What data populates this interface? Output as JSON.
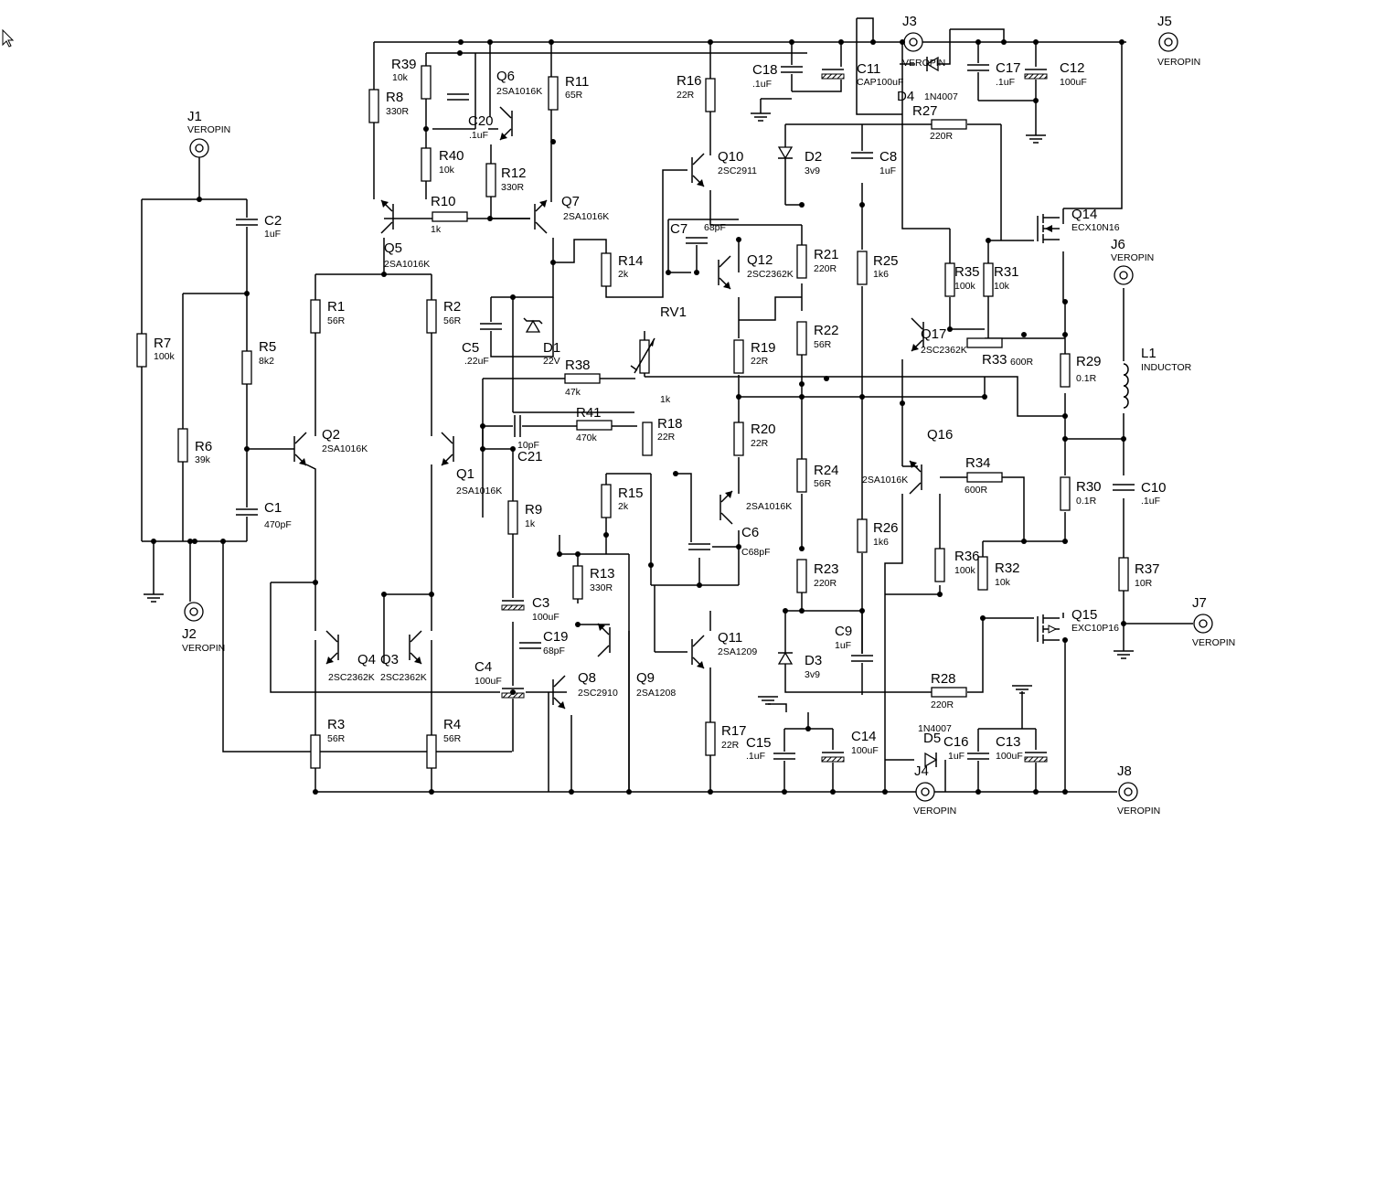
{
  "components": {
    "J1": {
      "ref": "J1",
      "value": "VEROPIN"
    },
    "J2": {
      "ref": "J2",
      "value": "VEROPIN"
    },
    "J3": {
      "ref": "J3",
      "value": "VEROPIN"
    },
    "J4": {
      "ref": "J4",
      "value": "VEROPIN"
    },
    "J5": {
      "ref": "J5",
      "value": "VEROPIN"
    },
    "J6": {
      "ref": "J6",
      "value": "VEROPIN"
    },
    "J7": {
      "ref": "J7",
      "value": "VEROPIN"
    },
    "J8": {
      "ref": "J8",
      "value": "VEROPIN"
    },
    "R1": {
      "ref": "R1",
      "value": "56R"
    },
    "R2": {
      "ref": "R2",
      "value": "56R"
    },
    "R3": {
      "ref": "R3",
      "value": "56R"
    },
    "R4": {
      "ref": "R4",
      "value": "56R"
    },
    "R5": {
      "ref": "R5",
      "value": "8k2"
    },
    "R6": {
      "ref": "R6",
      "value": "39k"
    },
    "R7": {
      "ref": "R7",
      "value": "100k"
    },
    "R8": {
      "ref": "R8",
      "value": "330R"
    },
    "R9": {
      "ref": "R9",
      "value": "1k"
    },
    "R10": {
      "ref": "R10",
      "value": "1k"
    },
    "R11": {
      "ref": "R11",
      "value": "65R"
    },
    "R12": {
      "ref": "R12",
      "value": "330R"
    },
    "R13": {
      "ref": "R13",
      "value": "330R"
    },
    "R14": {
      "ref": "R14",
      "value": "2k"
    },
    "R15": {
      "ref": "R15",
      "value": "2k"
    },
    "R16": {
      "ref": "R16",
      "value": "22R"
    },
    "R17": {
      "ref": "R17",
      "value": "22R"
    },
    "R18": {
      "ref": "R18",
      "value": "22R"
    },
    "R19": {
      "ref": "R19",
      "value": "22R"
    },
    "R20": {
      "ref": "R20",
      "value": "22R"
    },
    "R21": {
      "ref": "R21",
      "value": "220R"
    },
    "R22": {
      "ref": "R22",
      "value": "56R"
    },
    "R23": {
      "ref": "R23",
      "value": "220R"
    },
    "R24": {
      "ref": "R24",
      "value": "56R"
    },
    "R25": {
      "ref": "R25",
      "value": "1k6"
    },
    "R26": {
      "ref": "R26",
      "value": "1k6"
    },
    "R27": {
      "ref": "R27",
      "value": "220R"
    },
    "R28": {
      "ref": "R28",
      "value": "220R"
    },
    "R29": {
      "ref": "R29",
      "value": "0.1R"
    },
    "R30": {
      "ref": "R30",
      "value": "0.1R"
    },
    "R31": {
      "ref": "R31",
      "value": "10k"
    },
    "R32": {
      "ref": "R32",
      "value": "10k"
    },
    "R33": {
      "ref": "R33",
      "value": "600R"
    },
    "R34": {
      "ref": "R34",
      "value": "600R"
    },
    "R35": {
      "ref": "R35",
      "value": "100k"
    },
    "R36": {
      "ref": "R36",
      "value": "100k"
    },
    "R37": {
      "ref": "R37",
      "value": "10R"
    },
    "R38": {
      "ref": "R38",
      "value": "47k"
    },
    "R39": {
      "ref": "R39",
      "value": "10k"
    },
    "R40": {
      "ref": "R40",
      "value": "10k"
    },
    "R41": {
      "ref": "R41",
      "value": "470k"
    },
    "RV1": {
      "ref": "RV1",
      "value": "1k"
    },
    "C1": {
      "ref": "C1",
      "value": "470pF"
    },
    "C2": {
      "ref": "C2",
      "value": "1uF"
    },
    "C3": {
      "ref": "C3",
      "value": "100uF"
    },
    "C4": {
      "ref": "C4",
      "value": "100uF"
    },
    "C5": {
      "ref": "C5",
      "value": ".22uF"
    },
    "C6": {
      "ref": "C6",
      "value": "C68pF"
    },
    "C7": {
      "ref": "C7",
      "value": "68pF"
    },
    "C8": {
      "ref": "C8",
      "value": "1uF"
    },
    "C9": {
      "ref": "C9",
      "value": "1uF"
    },
    "C10": {
      "ref": "C10",
      "value": ".1uF"
    },
    "C11": {
      "ref": "C11",
      "value": "CAP100uF"
    },
    "C12": {
      "ref": "C12",
      "value": "100uF"
    },
    "C13": {
      "ref": "C13",
      "value": "100uF"
    },
    "C14": {
      "ref": "C14",
      "value": "100uF"
    },
    "C15": {
      "ref": "C15",
      "value": ".1uF"
    },
    "C16": {
      "ref": "C16",
      "value": "1uF"
    },
    "C17": {
      "ref": "C17",
      "value": ".1uF"
    },
    "C18": {
      "ref": "C18",
      "value": ".1uF"
    },
    "C19": {
      "ref": "C19",
      "value": "68pF"
    },
    "C20": {
      "ref": "C20",
      "value": ".1uF"
    },
    "C21": {
      "ref": "C21",
      "value": "10pF"
    },
    "D1": {
      "ref": "D1",
      "value": "22V"
    },
    "D2": {
      "ref": "D2",
      "value": "3v9"
    },
    "D3": {
      "ref": "D3",
      "value": "3v9"
    },
    "D4": {
      "ref": "D4",
      "value": "1N4007"
    },
    "D5": {
      "ref": "D5",
      "value": "1N4007"
    },
    "L1": {
      "ref": "L1",
      "value": "INDUCTOR"
    },
    "Q1": {
      "ref": "Q1",
      "value": "2SA1016K"
    },
    "Q2": {
      "ref": "Q2",
      "value": "2SA1016K"
    },
    "Q3": {
      "ref": "Q3",
      "value": "2SC2362K"
    },
    "Q4": {
      "ref": "Q4",
      "value": "2SC2362K"
    },
    "Q5": {
      "ref": "Q5",
      "value": "2SA1016K"
    },
    "Q6": {
      "ref": "Q6",
      "value": "2SA1016K"
    },
    "Q7": {
      "ref": "Q7",
      "value": "2SA1016K"
    },
    "Q8": {
      "ref": "Q8",
      "value": "2SC2910"
    },
    "Q9": {
      "ref": "Q9",
      "value": "2SA1208"
    },
    "Q10": {
      "ref": "Q10",
      "value": "2SC2911"
    },
    "Q11": {
      "ref": "Q11",
      "value": "2SA1209"
    },
    "Q12": {
      "ref": "Q12",
      "value": "2SC2362K"
    },
    "Q13": {
      "ref": "",
      "value": "2SA1016K"
    },
    "Q14": {
      "ref": "Q14",
      "value": "ECX10N16"
    },
    "Q15": {
      "ref": "Q15",
      "value": "EXC10P16"
    },
    "Q16": {
      "ref": "Q16",
      "value": "2SA1016K"
    },
    "Q17": {
      "ref": "Q17",
      "value": "2SC2362K"
    }
  },
  "colors": {
    "ink": "#000000",
    "background": "#ffffff"
  },
  "icons": {
    "cursor": "mouse-pointer-icon"
  }
}
